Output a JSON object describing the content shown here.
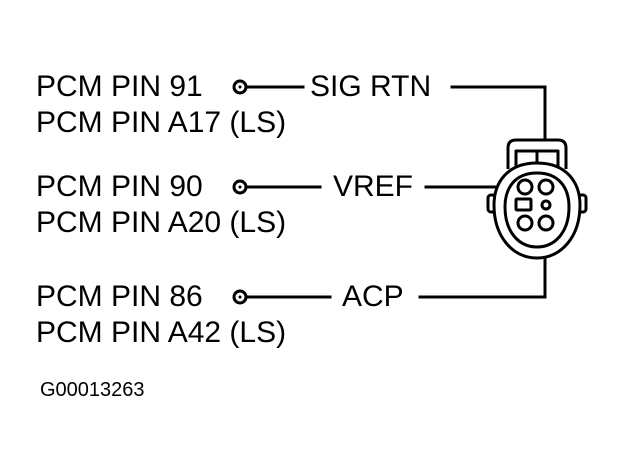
{
  "pins": [
    {
      "pcm_pin": "PCM PIN 91",
      "ls_pin": "PCM PIN A17 (LS)",
      "signal": "SIG RTN"
    },
    {
      "pcm_pin": "PCM PIN 90",
      "ls_pin": "PCM PIN A20 (LS)",
      "signal": "VREF"
    },
    {
      "pcm_pin": "PCM PIN 86",
      "ls_pin": "PCM PIN A42 (LS)",
      "signal": "ACP"
    }
  ],
  "figure_id": "G00013263"
}
